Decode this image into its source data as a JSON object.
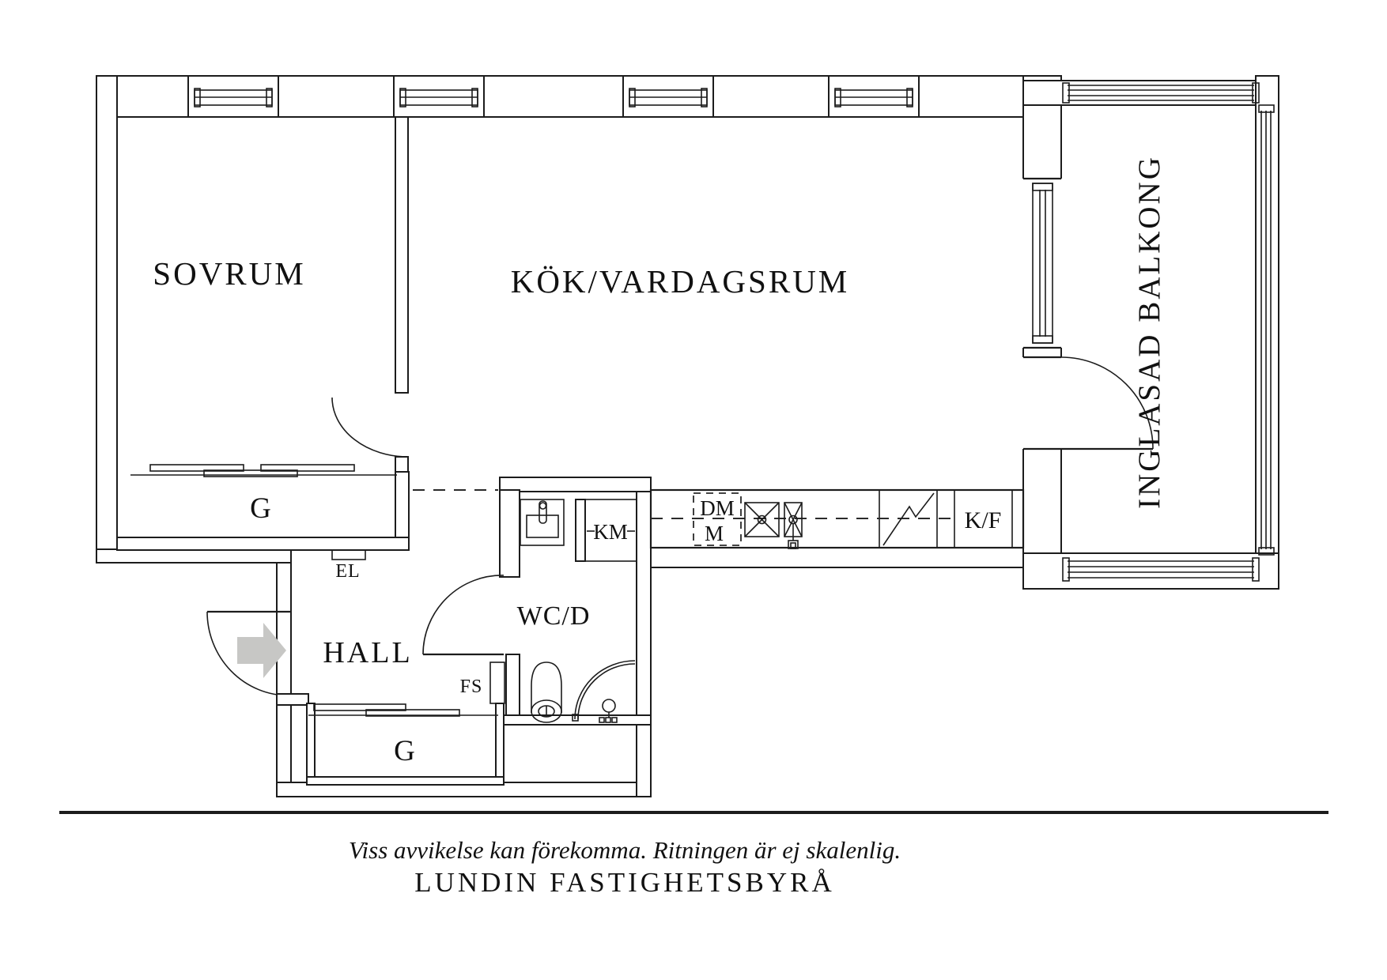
{
  "plan": {
    "rooms": {
      "bedroom": "SOVRUM",
      "kitchen_livingroom": "KÖK/VARDAGSRUM",
      "glazed_balcony": "INGLASAD BALKONG",
      "hall": "HALL",
      "wc_shower": "WC/D",
      "closet_upper": "G",
      "closet_lower": "G"
    },
    "fixtures": {
      "electrical_cabinet": "EL",
      "fs_cabinet": "FS",
      "washing_machine": "KM",
      "dishwasher": "DM",
      "microwave": "M",
      "fridge_freezer": "K/F"
    },
    "colors": {
      "line": "#1c1c1c",
      "entry_arrow": "#c7c7c5"
    }
  },
  "footer": {
    "disclaimer": "Viss avvikelse kan förekomma. Ritningen är ej skalenlig.",
    "company": "LUNDIN FASTIGHETSBYRÅ"
  }
}
